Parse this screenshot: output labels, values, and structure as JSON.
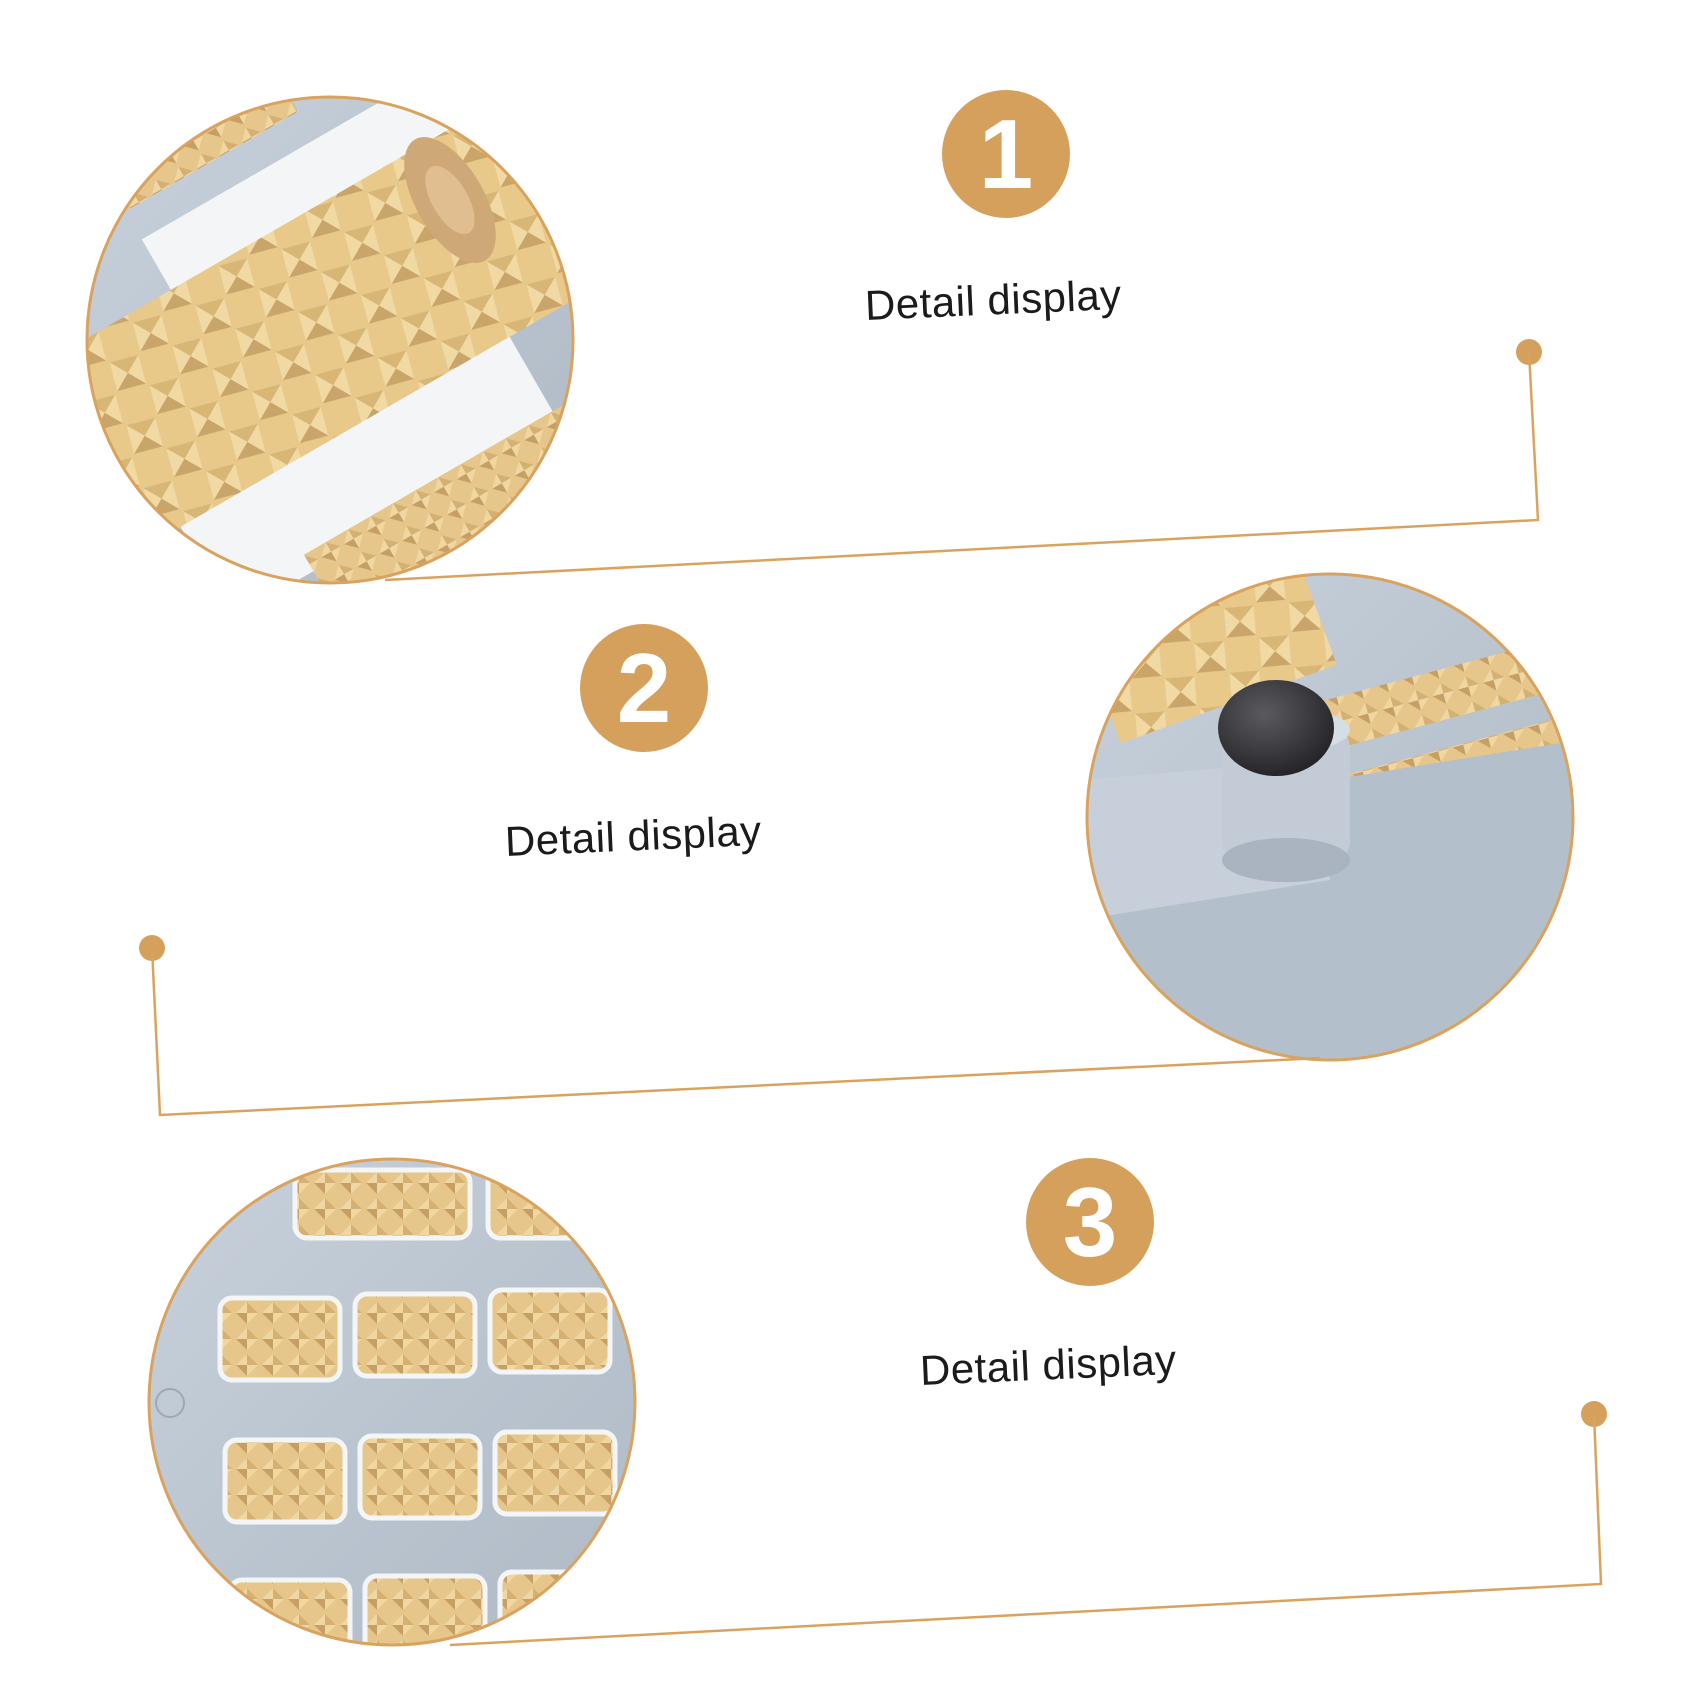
{
  "sections": [
    {
      "number": "1",
      "label": "Detail display",
      "image": "roller-closeup-photo"
    },
    {
      "number": "2",
      "label": "Detail display",
      "image": "rubber-foot-closeup-photo"
    },
    {
      "number": "3",
      "label": "Detail display",
      "image": "roller-grid-closeup-photo"
    }
  ],
  "colors": {
    "accent": "#d4a05c",
    "line": "#d9a35f",
    "roller": "#e8c98a",
    "roller_shade": "#c9a56a",
    "frame": "#b9c4cf",
    "frame_light": "#cdd6df",
    "rubber": "#333338"
  }
}
